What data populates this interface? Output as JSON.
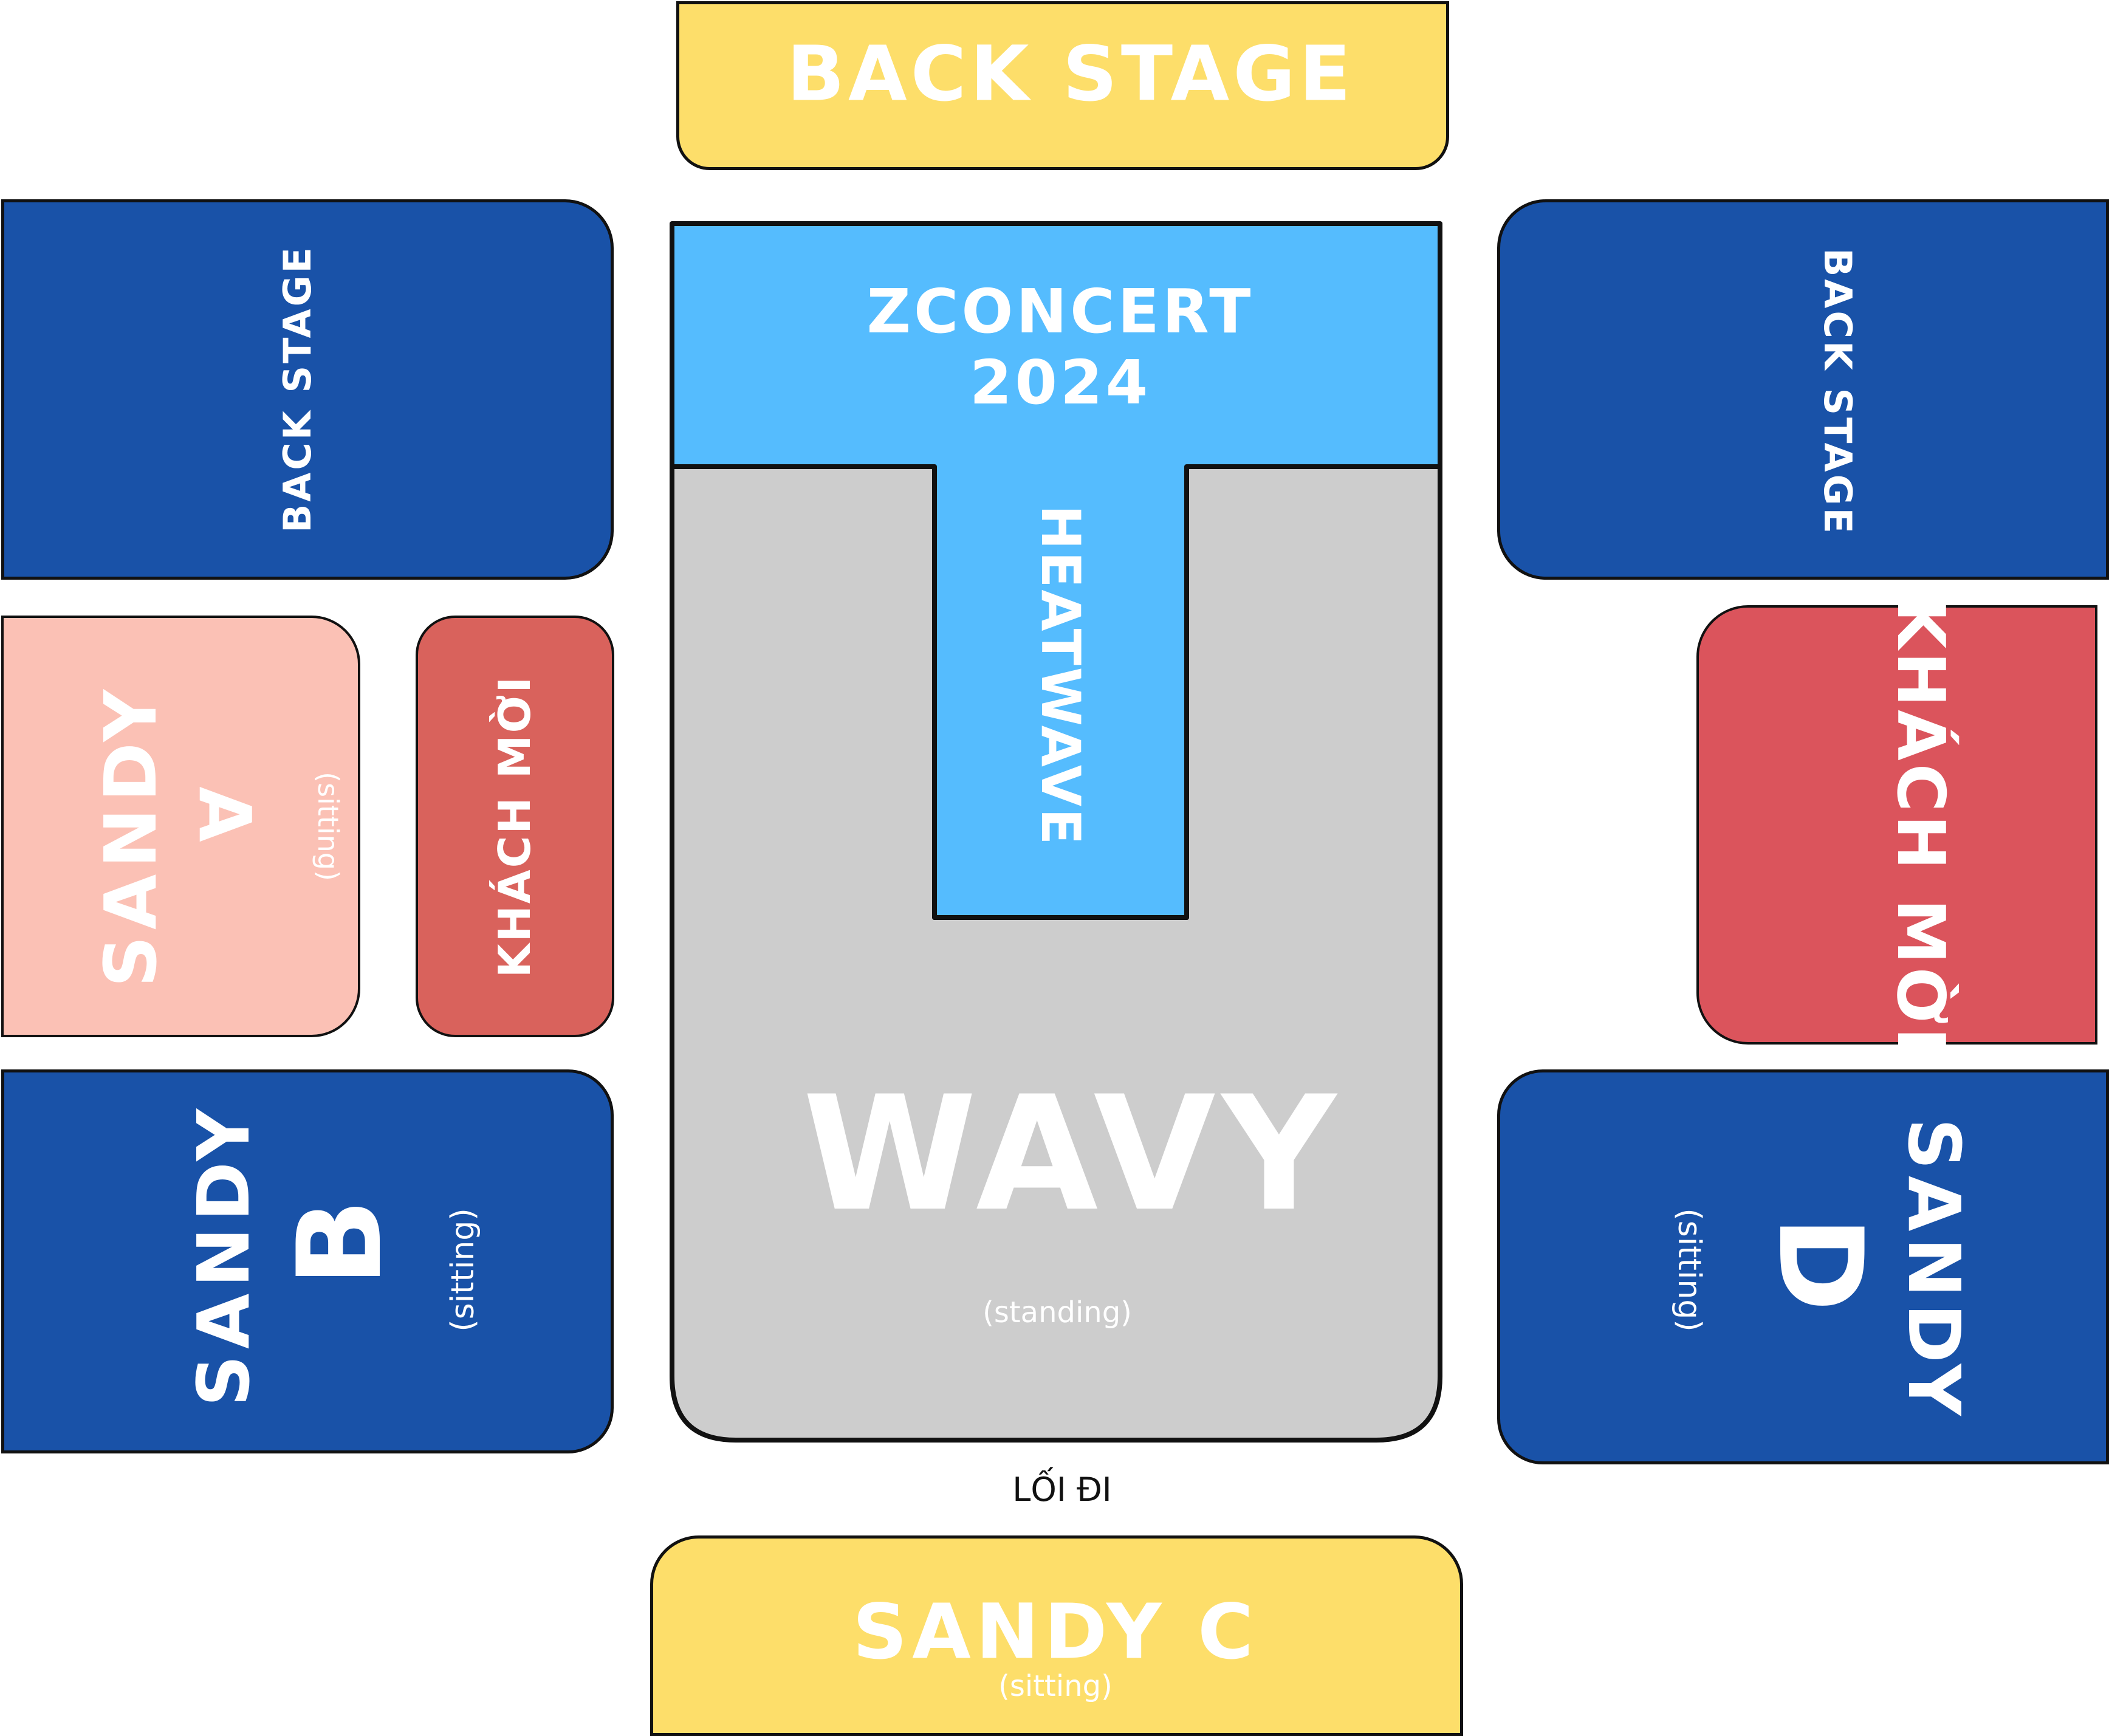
{
  "map": {
    "top_stage": "BACK STAGE",
    "left_backstage": "BACK STAGE",
    "right_backstage": "BACK STAGE",
    "main_stage": {
      "line1": "ZCONCERT",
      "line2": "2024"
    },
    "runway": "HEATWAVE",
    "standing": {
      "title": "WAVY",
      "note": "(standing)"
    },
    "sandy_a": {
      "title": "SANDY",
      "letter": "A",
      "note": "(sitting)"
    },
    "guest_left": "KHÁCH MỜI",
    "guest_right": "KHÁCH MỜI",
    "sandy_b": {
      "title": "SANDY",
      "letter": "B",
      "note": "(sitting)"
    },
    "sandy_d": {
      "title": "SANDY",
      "letter": "D",
      "note": "(sitting)"
    },
    "aisle": "LỐI ĐI",
    "sandy_c": {
      "title": "SANDY C",
      "note": "(sitting)"
    }
  },
  "colors": {
    "yellow": "#FDDE6A",
    "navy": "#1952A8",
    "sky": "#55BCFE",
    "grey": "#CDCDCD",
    "salmon": "#FBC1B5",
    "coral": "#D9625C",
    "red": "#DB545C"
  }
}
